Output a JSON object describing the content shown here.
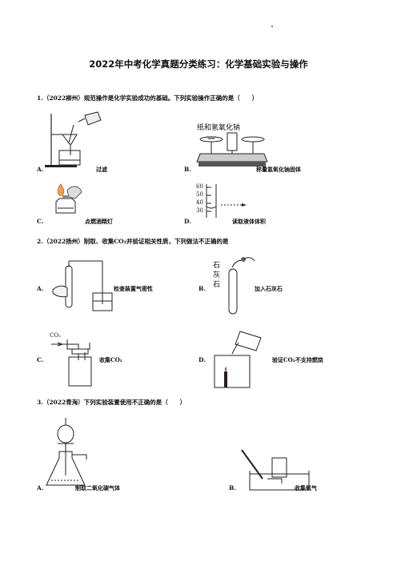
{
  "title": "2022年中考化学真题分类练习：化学基础实验与操作",
  "questions": [
    {
      "stem": "1.（2022柳州）规范操作是化学实验成功的基础。下列实验操作正确的是（　　）",
      "options": [
        {
          "letter": "A.",
          "caption": "过滤"
        },
        {
          "letter": "B.",
          "caption": "称量氢氧化钠固体",
          "figure_text": "纸和氢氧化钠"
        },
        {
          "letter": "C.",
          "caption": "点燃酒精灯"
        },
        {
          "letter": "D.",
          "caption": "读取液体体积",
          "scale": [
            "60",
            "50",
            "40",
            "30"
          ]
        }
      ]
    },
    {
      "stem": "2.（2022扬州）制取、收集CO₂并验证相关性质，下列做法不正确的是",
      "options": [
        {
          "letter": "A.",
          "caption": "检查装置气密性"
        },
        {
          "letter": "B.",
          "caption": "加入石灰石",
          "figure_text": [
            "石",
            "灰",
            "石"
          ]
        },
        {
          "letter": "C.",
          "caption": "收集CO₂",
          "figure_text": "CO₂"
        },
        {
          "letter": "D.",
          "caption": "验证CO₂不支持燃烧"
        }
      ]
    },
    {
      "stem": "3.（2022青海）下列实验装置使用不正确的是（　　）",
      "options": [
        {
          "letter": "A.",
          "caption": "制取二氧化碳气体"
        },
        {
          "letter": "B.",
          "caption": "收集氧气"
        }
      ]
    }
  ]
}
